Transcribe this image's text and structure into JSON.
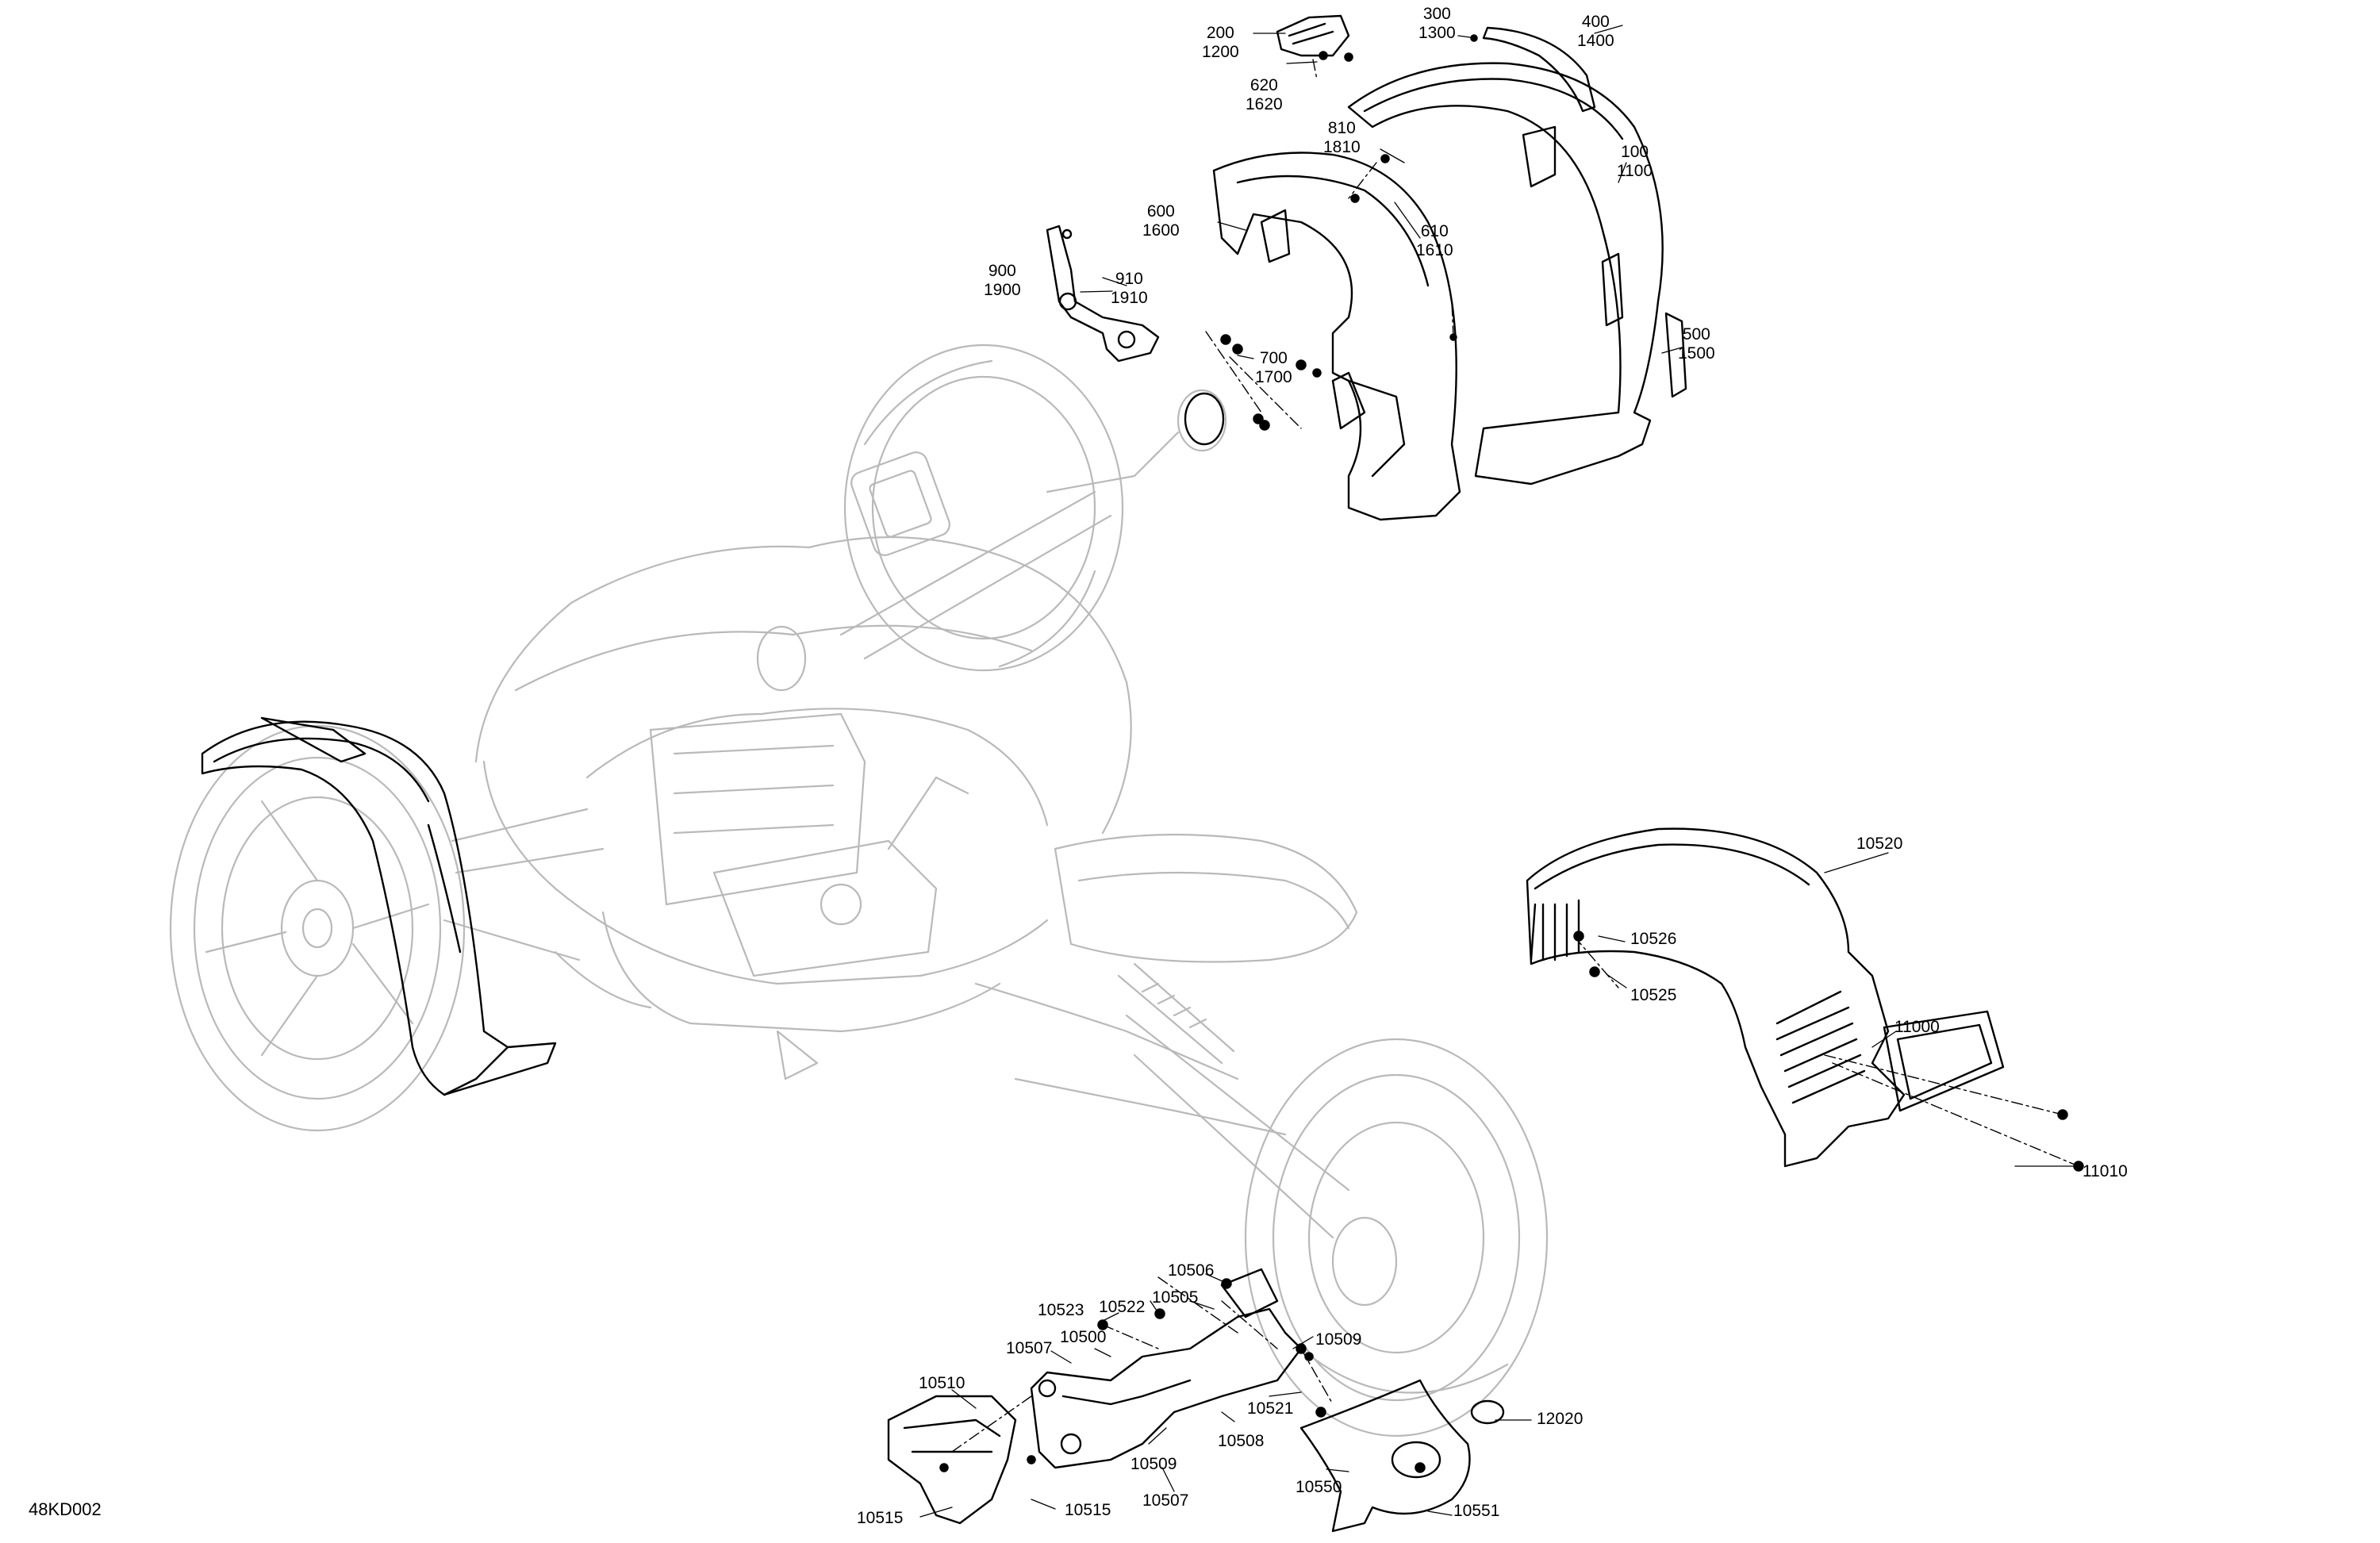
{
  "drawing_id": "48KD002",
  "callouts": [
    {
      "id": "c200",
      "lines": [
        "200",
        "1200"
      ]
    },
    {
      "id": "c300",
      "lines": [
        "300",
        "1300"
      ]
    },
    {
      "id": "c400",
      "lines": [
        "400",
        "1400"
      ]
    },
    {
      "id": "c620",
      "lines": [
        "620",
        "1620"
      ]
    },
    {
      "id": "c810",
      "lines": [
        "810",
        "1810"
      ]
    },
    {
      "id": "c100",
      "lines": [
        "100",
        "1100"
      ]
    },
    {
      "id": "c600",
      "lines": [
        "600",
        "1600"
      ]
    },
    {
      "id": "c610",
      "lines": [
        "610",
        "1610"
      ]
    },
    {
      "id": "c900",
      "lines": [
        "900",
        "1900"
      ]
    },
    {
      "id": "c910",
      "lines": [
        "910",
        "1910"
      ]
    },
    {
      "id": "c700",
      "lines": [
        "700",
        "1700"
      ]
    },
    {
      "id": "c500",
      "lines": [
        "500",
        "1500"
      ]
    },
    {
      "id": "c10520",
      "lines": [
        "10520"
      ]
    },
    {
      "id": "c10526",
      "lines": [
        "10526"
      ]
    },
    {
      "id": "c10525",
      "lines": [
        "10525"
      ]
    },
    {
      "id": "c11000",
      "lines": [
        "11000"
      ]
    },
    {
      "id": "c11010",
      "lines": [
        "11010"
      ]
    },
    {
      "id": "c10506",
      "lines": [
        "10506"
      ]
    },
    {
      "id": "c10505",
      "lines": [
        "10505"
      ]
    },
    {
      "id": "c10523",
      "lines": [
        "10523"
      ]
    },
    {
      "id": "c10522",
      "lines": [
        "10522"
      ]
    },
    {
      "id": "c10507a",
      "lines": [
        "10507"
      ]
    },
    {
      "id": "c10500",
      "lines": [
        "10500"
      ]
    },
    {
      "id": "c10509a",
      "lines": [
        "10509"
      ]
    },
    {
      "id": "c10521",
      "lines": [
        "10521"
      ]
    },
    {
      "id": "c10508",
      "lines": [
        "10508"
      ]
    },
    {
      "id": "c10509b",
      "lines": [
        "10509"
      ]
    },
    {
      "id": "c10510",
      "lines": [
        "10510"
      ]
    },
    {
      "id": "c12020",
      "lines": [
        "12020"
      ]
    },
    {
      "id": "c10550",
      "lines": [
        "10550"
      ]
    },
    {
      "id": "c10507b",
      "lines": [
        "10507"
      ]
    },
    {
      "id": "c10515a",
      "lines": [
        "10515"
      ]
    },
    {
      "id": "c10515b",
      "lines": [
        "10515"
      ]
    },
    {
      "id": "c10551",
      "lines": [
        "10551"
      ]
    }
  ]
}
